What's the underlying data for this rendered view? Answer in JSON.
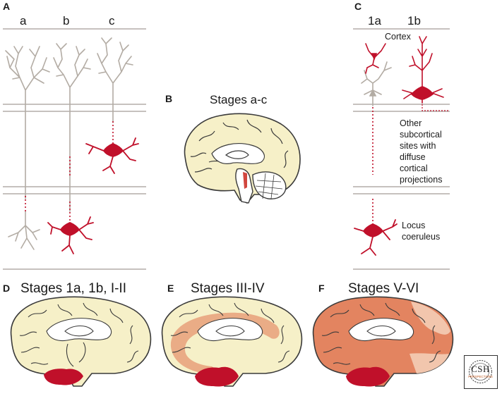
{
  "panels": {
    "A": {
      "label": "A",
      "columns": [
        "a",
        "b",
        "c"
      ]
    },
    "B": {
      "label": "B",
      "title": "Stages a-c"
    },
    "C": {
      "label": "C",
      "columns": [
        "1a",
        "1b"
      ],
      "cortex_label": "Cortex",
      "subcortical_label": [
        "Other",
        "subcortical",
        "sites with",
        "diffuse",
        "cortical",
        "projections"
      ],
      "locus_label": [
        "Locus",
        "coeruleus"
      ]
    },
    "D": {
      "label": "D",
      "title": "Stages 1a, 1b, I-II"
    },
    "E": {
      "label": "E",
      "title": "Stages III-IV"
    },
    "F": {
      "label": "F",
      "title": "Stages V-VI"
    }
  },
  "logo": {
    "text": "CSH",
    "subtext": "PERSPECTIVES"
  },
  "colors": {
    "neuron_gray": "#b3aca4",
    "pathology_red": "#c0102a",
    "brain_cream": "#f6f0c8",
    "stage_mid": "#e8a07a",
    "stage_late": "#e38460",
    "rule": "#a39c96"
  }
}
